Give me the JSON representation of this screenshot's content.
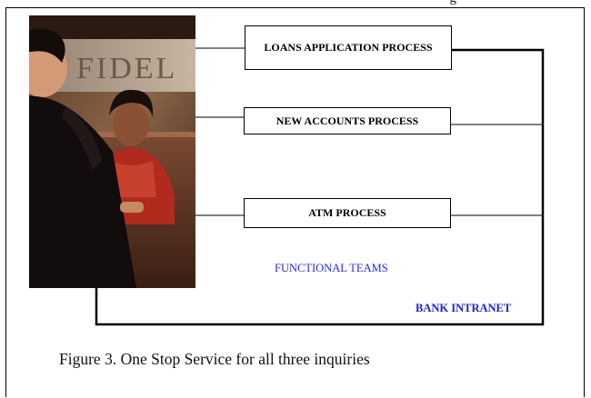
{
  "header_fragment": "g",
  "boxes": {
    "loans": "LOANS APPLICATION PROCESS",
    "accounts": "NEW ACCOUNTS PROCESS",
    "atm": "ATM PROCESS"
  },
  "labels": {
    "functional_teams": "FUNCTIONAL TEAMS",
    "bank_intranet": "BANK INTRANET"
  },
  "photo": {
    "sign_text": "FIDEL"
  },
  "caption": "Figure 3. One Stop Service for all three inquiries",
  "colors": {
    "label_blue": "#2a2ae0",
    "line": "#000000"
  }
}
